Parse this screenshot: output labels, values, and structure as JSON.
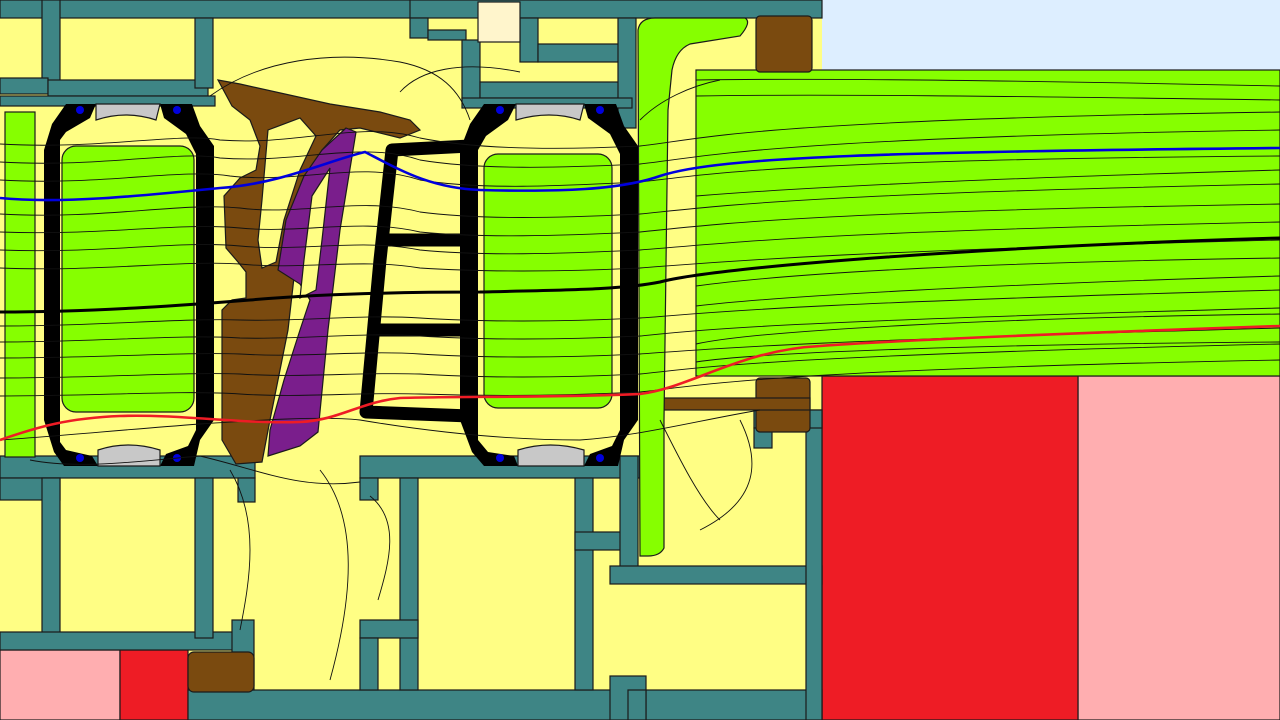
{
  "diagram": {
    "kind": "thermal-simulation-cross-section",
    "colors": {
      "background": "#ffffff",
      "cavity": "#fffe84",
      "profile": "#3e8585",
      "insulation_foam": "#86ff00",
      "thermal_break": "#7a4a0f",
      "glazing_gasket": "#000000",
      "gasket_grey": "#c8c8c8",
      "spacer": "#7a1e8c",
      "masonry": "#ee1c25",
      "plaster": "#ffaeb0",
      "exterior_air": "#ddeeff",
      "iso_cold": "#0000dd",
      "iso_mid": "#000000",
      "iso_warm": "#ee1c25"
    },
    "marked_isotherms": [
      "iso_cold",
      "iso_mid",
      "iso_warm"
    ],
    "icons": [
      "blue-seal-dot"
    ]
  }
}
